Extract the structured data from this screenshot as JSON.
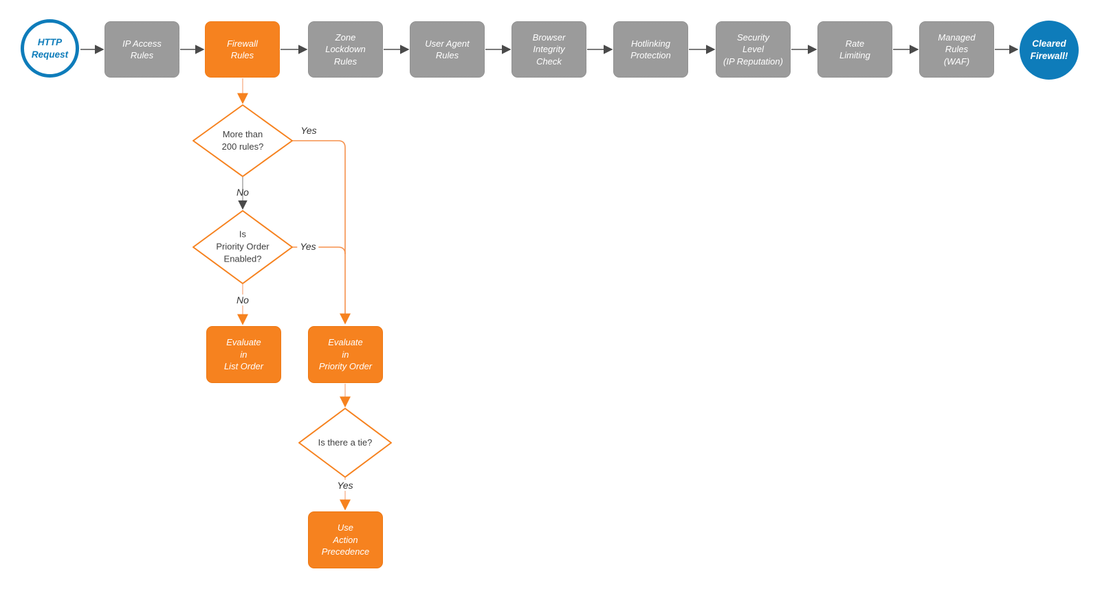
{
  "colors": {
    "accent_orange": "#F6821F",
    "node_gray": "#9B9B9B",
    "accent_blue": "#0E7CBA",
    "wire_gray": "#4F4F4F",
    "background": "#FFFFFF"
  },
  "flow": {
    "start": {
      "label": "HTTP\nRequest"
    },
    "steps": [
      {
        "label": "IP Access\nRules"
      },
      {
        "label": "Firewall\nRules"
      },
      {
        "label": "Zone\nLockdown\nRules"
      },
      {
        "label": "User Agent\nRules"
      },
      {
        "label": "Browser\nIntegrity\nCheck"
      },
      {
        "label": "Hotlinking\nProtection"
      },
      {
        "label": "Security\nLevel\n(IP Reputation)"
      },
      {
        "label": "Rate\nLimiting"
      },
      {
        "label": "Managed\nRules\n(WAF)"
      }
    ],
    "end": {
      "label": "Cleared\nFirewall!"
    },
    "decisions": [
      {
        "label": "More than\n200 rules?",
        "yes": "Yes",
        "no": "No"
      },
      {
        "label": "Is\nPriority Order\nEnabled?",
        "yes": "Yes",
        "no": "No"
      },
      {
        "label": "Is there a tie?",
        "yes": "Yes"
      }
    ],
    "processes": [
      {
        "label": "Evaluate\nin\nList Order"
      },
      {
        "label": "Evaluate\nin\nPriority Order"
      },
      {
        "label": "Use\nAction\nPrecedence"
      }
    ]
  }
}
